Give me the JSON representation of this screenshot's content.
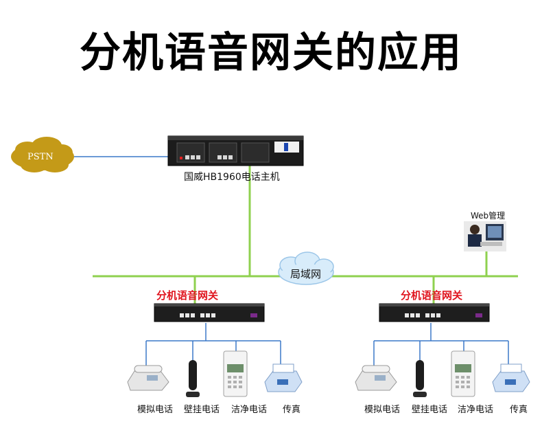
{
  "title": "分机语音网关的应用",
  "pstn": {
    "label": "PSTN"
  },
  "host": {
    "label": "国威HB1960电话主机"
  },
  "lan": {
    "label": "局域网"
  },
  "web": {
    "label": "Web管理"
  },
  "gateways": [
    {
      "label": "分机语音网关",
      "devices": [
        "模拟电话",
        "壁挂电话",
        "洁净电话",
        "传真"
      ]
    },
    {
      "label": "分机语音网关",
      "devices": [
        "模拟电话",
        "壁挂电话",
        "洁净电话",
        "传真"
      ]
    }
  ],
  "colors": {
    "lan_line": "#8fd14f",
    "phone_line": "#3a78c8",
    "pstn_cloud": "#c49a18",
    "lan_cloud": "#d8ecfa",
    "gateway_label": "#e0141e"
  }
}
